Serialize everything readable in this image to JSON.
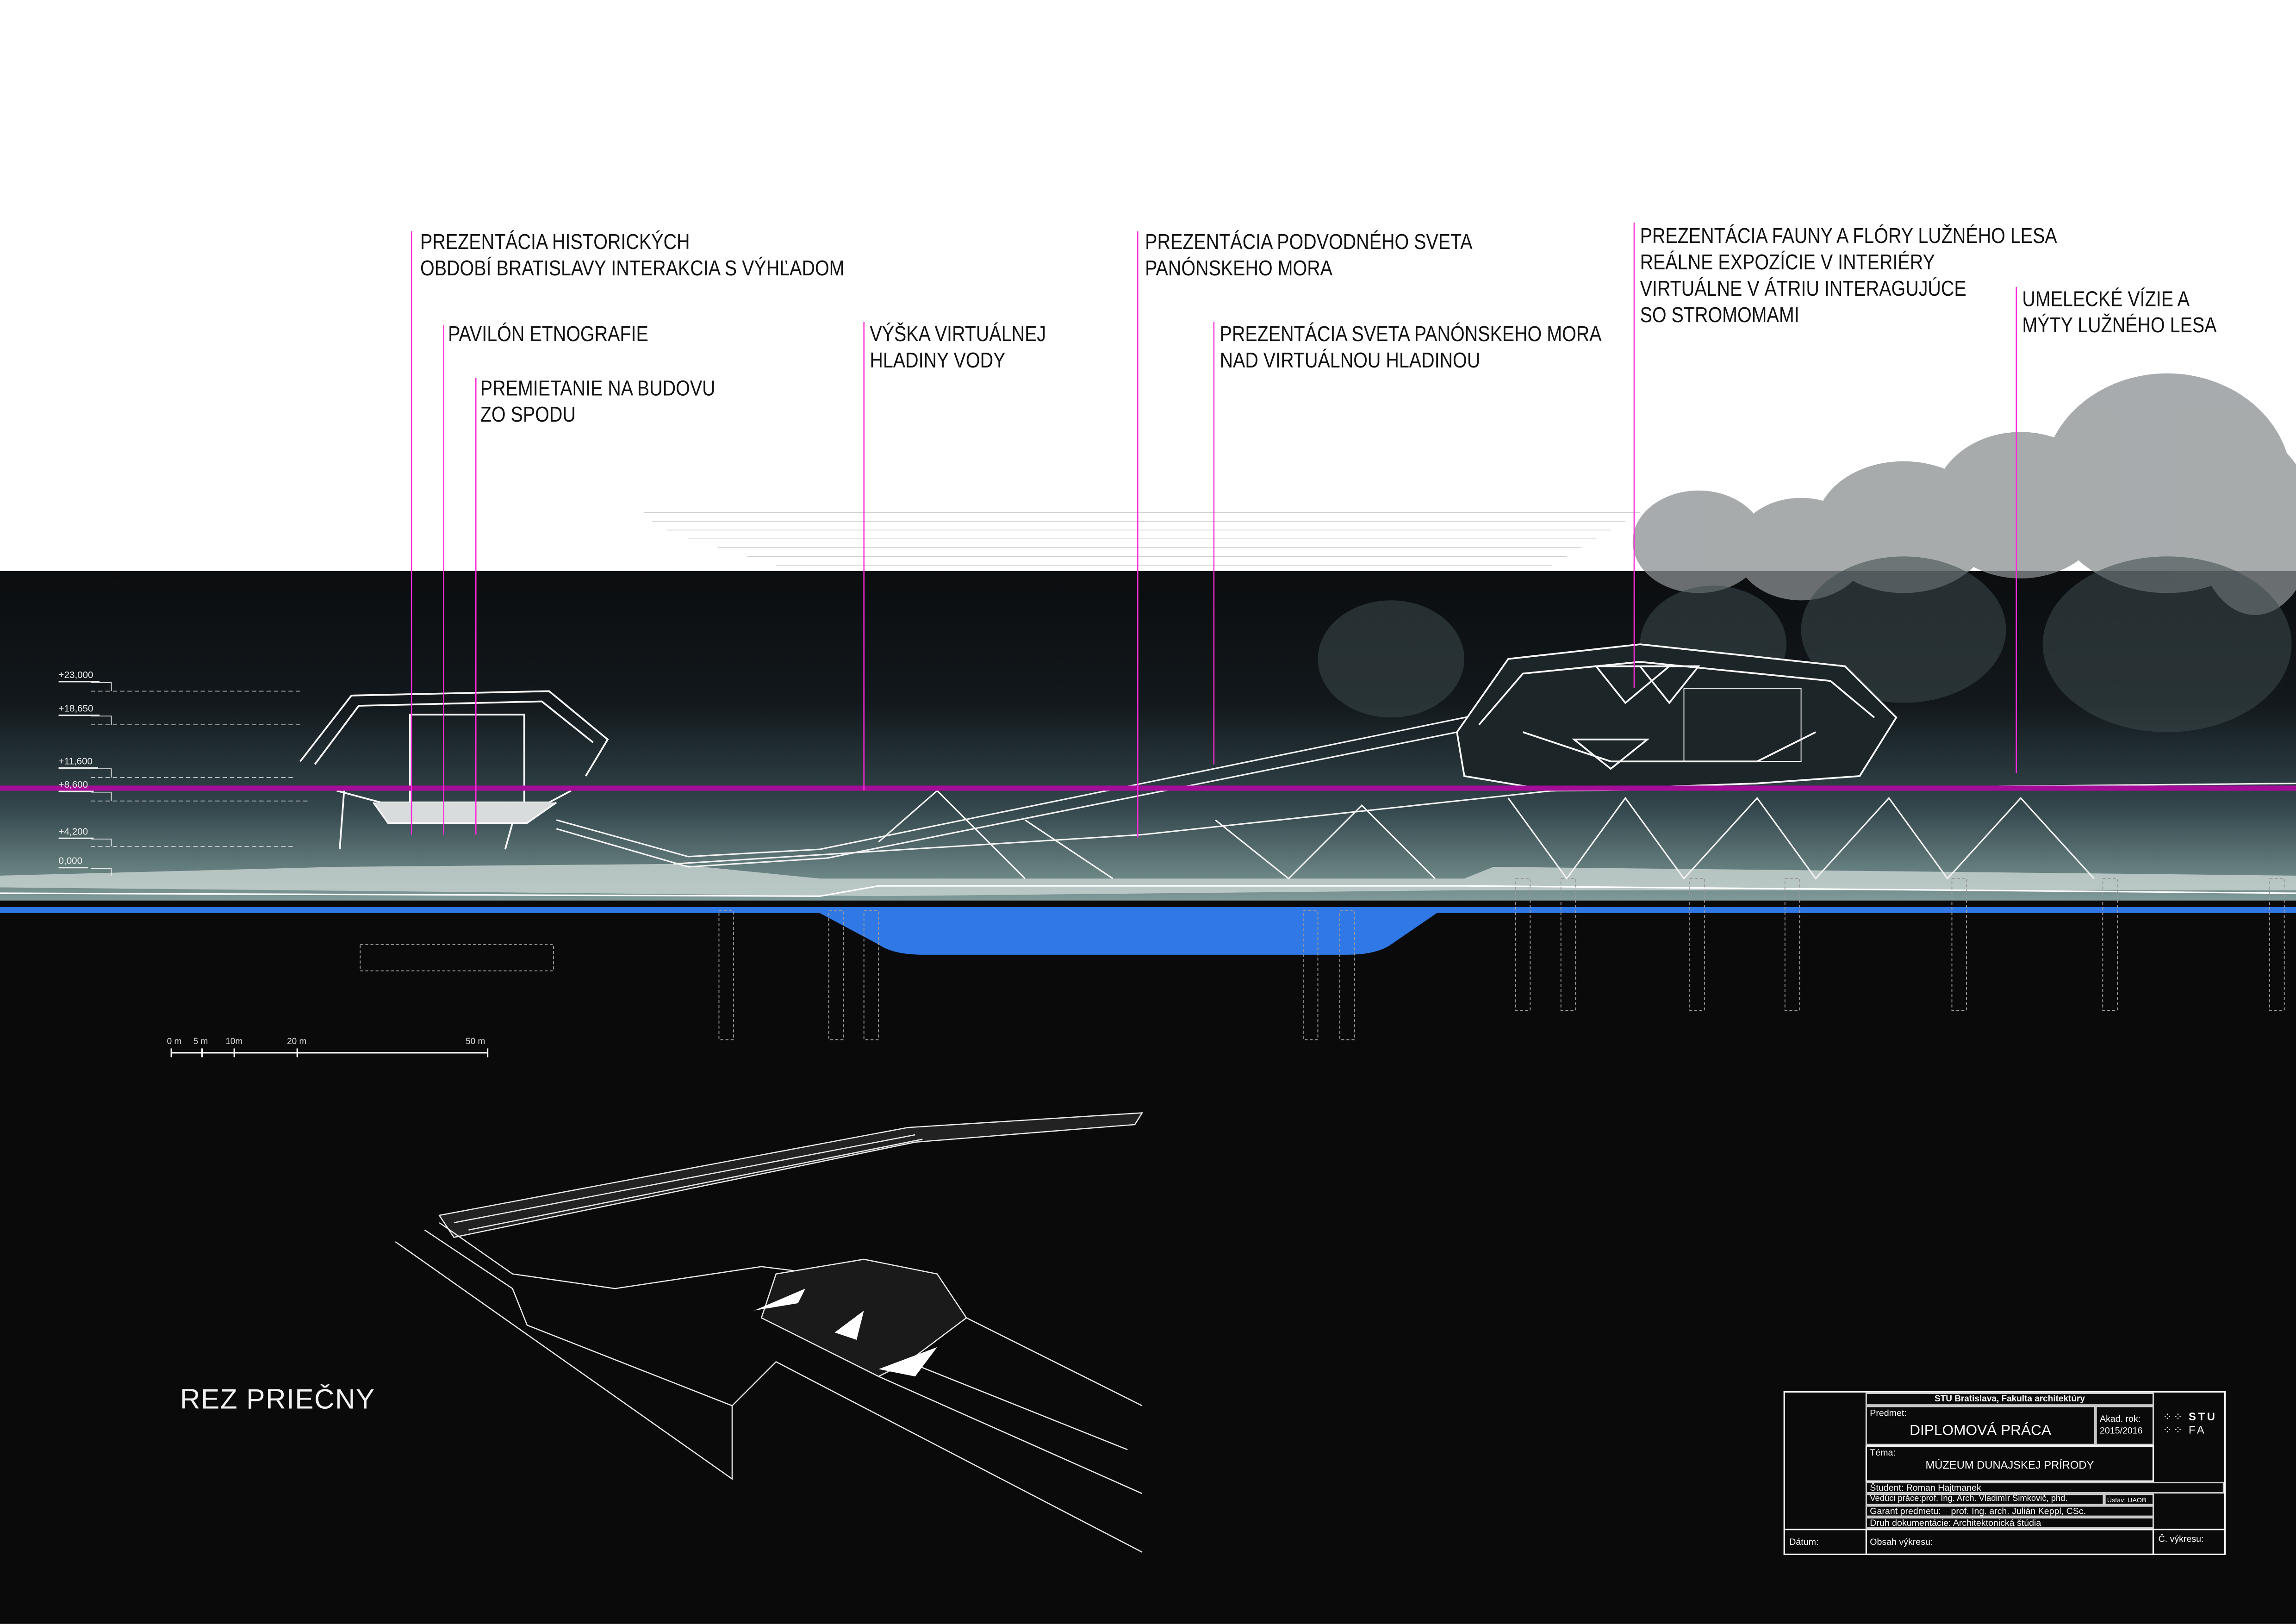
{
  "annotations": [
    {
      "lines": [
        "PREZENTÁCIA HISTORICKÝCH",
        "OBDOBÍ BRATISLAVY INTERAKCIA S VÝHĽADOM"
      ]
    },
    {
      "lines": [
        "PAVILÓN ETNOGRAFIE"
      ]
    },
    {
      "lines": [
        "PREMIETANIE NA BUDOVU",
        "ZO SPODU"
      ]
    },
    {
      "lines": [
        "VÝŠKA VIRTUÁLNEJ",
        "HLADINY VODY"
      ]
    },
    {
      "lines": [
        "PREZENTÁCIA PODVODNÉHO SVETA",
        "PANÓNSKEHO MORA"
      ]
    },
    {
      "lines": [
        "PREZENTÁCIA SVETA PANÓNSKEHO MORA",
        "NAD VIRTUÁLNOU HLADINOU"
      ]
    },
    {
      "lines": [
        "PREZENTÁCIA FAUNY A FLÓRY LUŽNÉHO LESA",
        "REÁLNE EXPOZÍCIE V INTERIÉRY",
        "VIRTUÁLNE V ÁTRIU INTERAGUJÚCE",
        "SO STROMOMAMI"
      ]
    },
    {
      "lines": [
        "UMELECKÉ VÍZIE A",
        "MÝTY LUŽNÉHO LESA"
      ]
    }
  ],
  "elevations": [
    "+23,000",
    "+18,650",
    "+11,600",
    "+8,600",
    "+4,200",
    "0,000"
  ],
  "scale_bar": [
    "0 m",
    "5 m",
    "10m",
    "20 m",
    "50 m"
  ],
  "drawing_title": "REZ PRIEČNY",
  "title_block": {
    "institution": "STU Bratislava, Fakulta architektúry",
    "predmet_label": "Predmet:",
    "predmet": "DIPLOMOVÁ PRÁCA",
    "akad_rok_label": "Akad. rok:",
    "akad_rok": "2015/2016",
    "logo_text": [
      "STU",
      "FA"
    ],
    "tema_label": "Téma:",
    "tema": "MÚZEUM DUNAJSKEJ PRÍRODY",
    "student": "Študent: Roman Hajtmanek",
    "veduci": "Vedúci práce:prof. Ing. Arch. Vladimír Šimkovič, phd.",
    "ustav": "Ústav: UAOB",
    "garant": "Garant predmetu:    prof. Ing. arch. Julián Keppl, CSc.",
    "druh": "Druh dokumentácie: Architektonická štúdia",
    "datum_label": "Dátum:",
    "obsah_label": "Obsah výkresu:",
    "cislo_label": "Č. výkresu:"
  },
  "colors": {
    "annotation_line": "#ff2bd8",
    "virtual_water": "#a50d98",
    "water": "#2f78e6",
    "background": "#0a0a0a"
  }
}
